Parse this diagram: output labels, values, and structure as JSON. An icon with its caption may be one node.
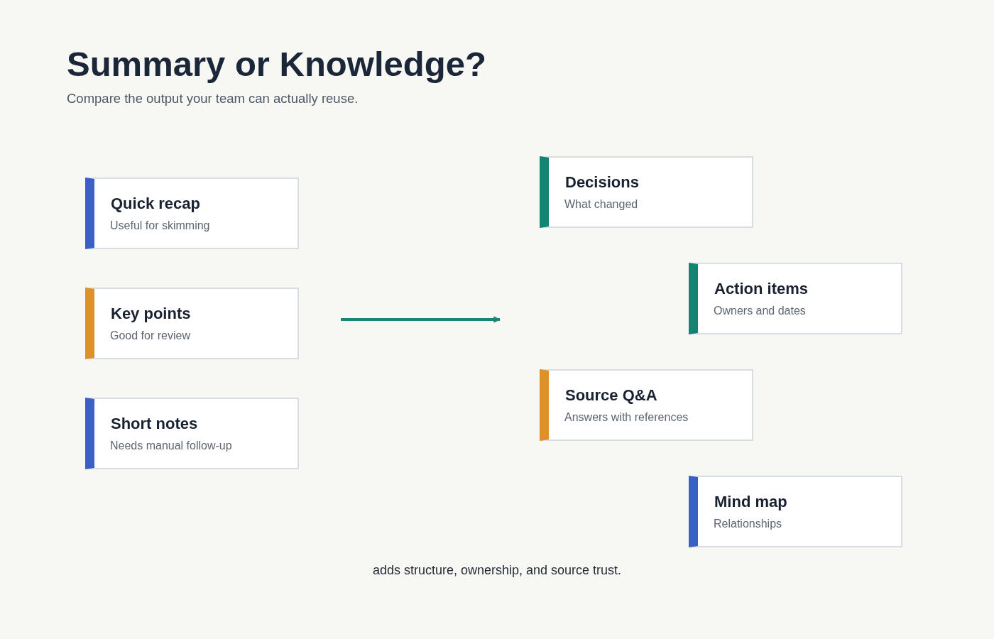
{
  "diagram": {
    "title": "Summary or Knowledge?",
    "caption": "adds structure, ownership, and source trust.",
    "nodes": [
      {
        "text": [
          "Quick recap",
          "Useful for skimming"
        ]
      },
      {
        "text": [
          "Key points",
          "Good for review"
        ]
      },
      {
        "text": [
          "Short notes",
          "Needs manual follow-up"
        ]
      },
      {
        "text": [
          "Decisions",
          "What changed"
        ]
      },
      {
        "text": [
          "Action items",
          "Owners and dates"
        ]
      },
      {
        "text": [
          "Source Q&A",
          "Answers with references"
        ]
      },
      {
        "text": [
          "Mind map",
          "Relationships"
        ]
      }
    ],
    "labels": [
      "Compare the output your team can actually reuse."
    ]
  }
}
